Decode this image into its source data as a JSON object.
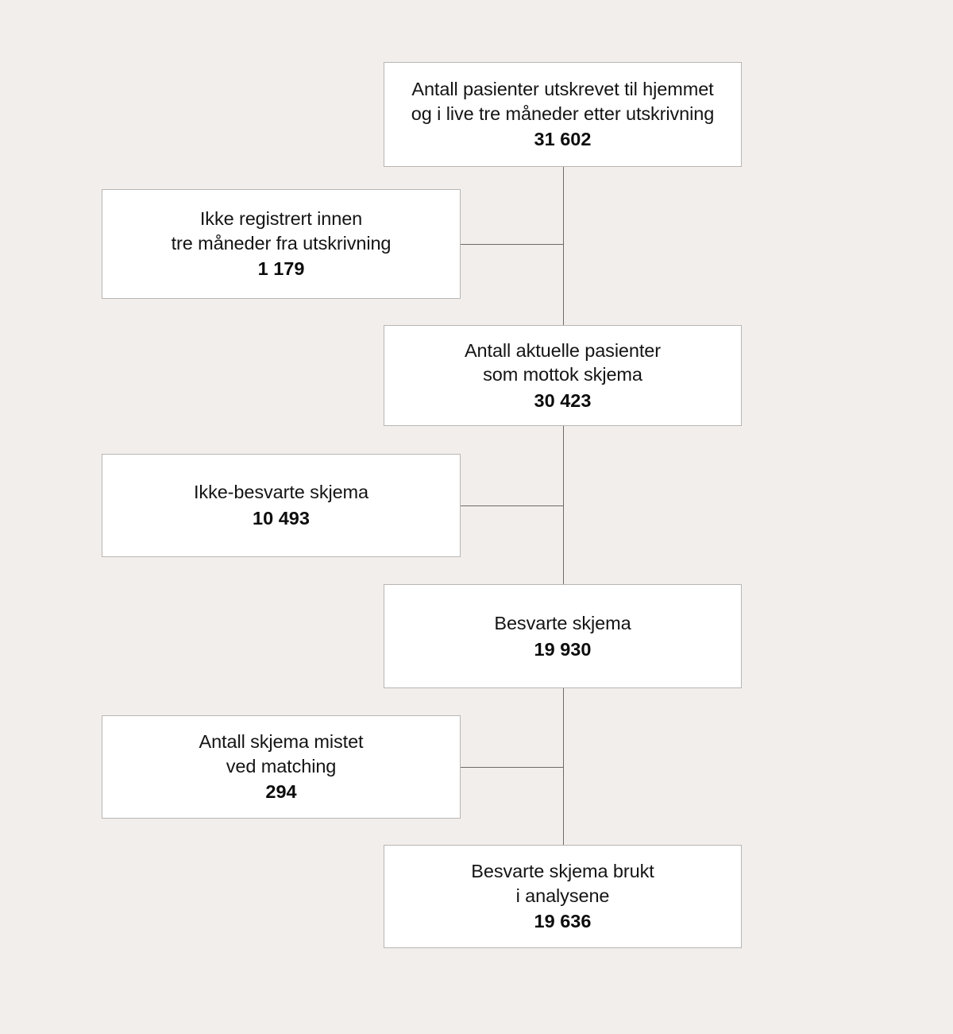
{
  "diagram": {
    "type": "flowchart",
    "language": "no",
    "background_color": "#f1eeec",
    "box_fill_color": "#ffffff",
    "box_border_color": "#b9b5b2",
    "connector_color": "#6e6a67",
    "nodes": [
      {
        "id": "discharged",
        "lines": [
          "Antall pasienter utskrevet til hjemmet",
          "og i live tre måneder etter utskrivning"
        ],
        "value": "31 602",
        "column": "main"
      },
      {
        "id": "not_registered",
        "lines": [
          "Ikke registrert innen",
          "tre måneder fra utskrivning"
        ],
        "value": "1 179",
        "column": "side"
      },
      {
        "id": "received",
        "lines": [
          "Antall aktuelle pasienter",
          "som mottok skjema"
        ],
        "value": "30 423",
        "column": "main"
      },
      {
        "id": "unanswered",
        "lines": [
          "Ikke-besvarte skjema"
        ],
        "value": "10 493",
        "column": "side"
      },
      {
        "id": "answered",
        "lines": [
          "Besvarte skjema"
        ],
        "value": "19 930",
        "column": "main"
      },
      {
        "id": "lost_matching",
        "lines": [
          "Antall skjema mistet",
          "ved matching"
        ],
        "value": "294",
        "column": "side"
      },
      {
        "id": "analysed",
        "lines": [
          "Besvarte skjema brukt",
          "i analysene"
        ],
        "value": "19 636",
        "column": "main"
      }
    ]
  }
}
